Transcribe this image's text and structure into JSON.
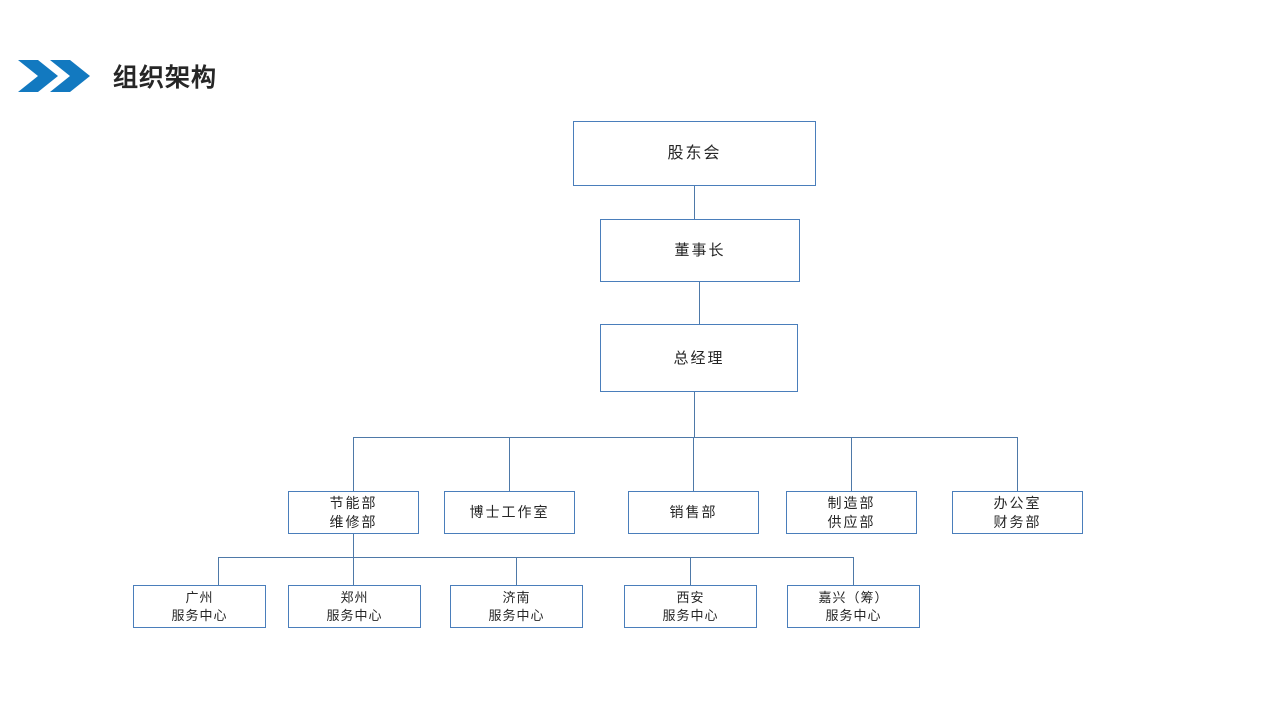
{
  "slide": {
    "title": "组织架构",
    "background_color": "#FFFFFF",
    "accent_color": "#1279C0",
    "box_border_color": "#4A7EBB",
    "connector_color": "#4E79A8",
    "text_color": "#262626",
    "icon": "double-chevron-right-icon"
  },
  "chart_data": {
    "type": "diagram",
    "title": "组织架构",
    "orientation": "top-down",
    "levels": [
      {
        "level": 1,
        "nodes": [
          "股东会"
        ]
      },
      {
        "level": 2,
        "nodes": [
          "董事长"
        ]
      },
      {
        "level": 3,
        "nodes": [
          "总经理"
        ]
      },
      {
        "level": 4,
        "nodes": [
          "节能部 维修部",
          "博士工作室",
          "销售部",
          "制造部 供应部",
          "办公室 财务部"
        ]
      },
      {
        "level": 5,
        "nodes": [
          "广州 服务中心",
          "郑州 服务中心",
          "济南 服务中心",
          "西安 服务中心",
          "嘉兴（筹） 服务中心"
        ]
      }
    ],
    "edges": [
      [
        "股东会",
        "董事长"
      ],
      [
        "董事长",
        "总经理"
      ],
      [
        "总经理",
        "节能部 维修部"
      ],
      [
        "总经理",
        "博士工作室"
      ],
      [
        "总经理",
        "销售部"
      ],
      [
        "总经理",
        "制造部 供应部"
      ],
      [
        "总经理",
        "办公室 财务部"
      ],
      [
        "节能部 维修部",
        "广州 服务中心"
      ],
      [
        "节能部 维修部",
        "郑州 服务中心"
      ],
      [
        "节能部 维修部",
        "济南 服务中心"
      ],
      [
        "节能部 维修部",
        "西安 服务中心"
      ],
      [
        "节能部 维修部",
        "嘉兴（筹） 服务中心"
      ]
    ]
  },
  "nodes": {
    "shareholders": {
      "line1": "股东会"
    },
    "chairman": {
      "line1": "董事长"
    },
    "general_manager": {
      "line1": "总经理"
    },
    "dept_energy": {
      "line1": "节能部",
      "line2": "维修部"
    },
    "dept_doctor_studio": {
      "line1": "博士工作室"
    },
    "dept_sales": {
      "line1": "销售部"
    },
    "dept_manufacturing": {
      "line1": "制造部",
      "line2": "供应部"
    },
    "dept_office": {
      "line1": "办公室",
      "line2": "财务部"
    },
    "center_guangzhou": {
      "line1": "广州",
      "line2": "服务中心"
    },
    "center_zhengzhou": {
      "line1": "郑州",
      "line2": "服务中心"
    },
    "center_jinan": {
      "line1": "济南",
      "line2": "服务中心"
    },
    "center_xian": {
      "line1": "西安",
      "line2": "服务中心"
    },
    "center_jiaxing": {
      "line1": "嘉兴（筹）",
      "line2": "服务中心"
    }
  }
}
